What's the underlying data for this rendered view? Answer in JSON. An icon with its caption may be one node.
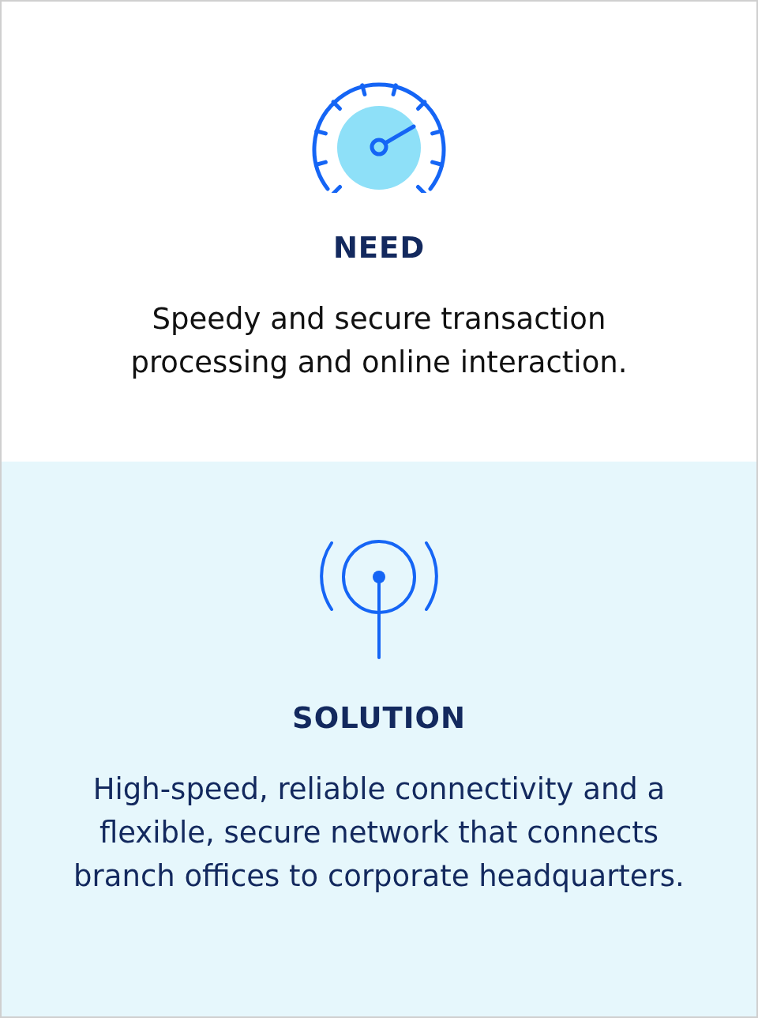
{
  "diagram": {
    "nodes": [
      {
        "text": [
          "NEED",
          "Speedy and secure transaction processing and online interaction."
        ]
      },
      {
        "text": [
          "SOLUTION",
          "High-speed, reliable connectivity and a flexible, secure network that connects branch offices to corporate headquarters."
        ]
      }
    ]
  }
}
